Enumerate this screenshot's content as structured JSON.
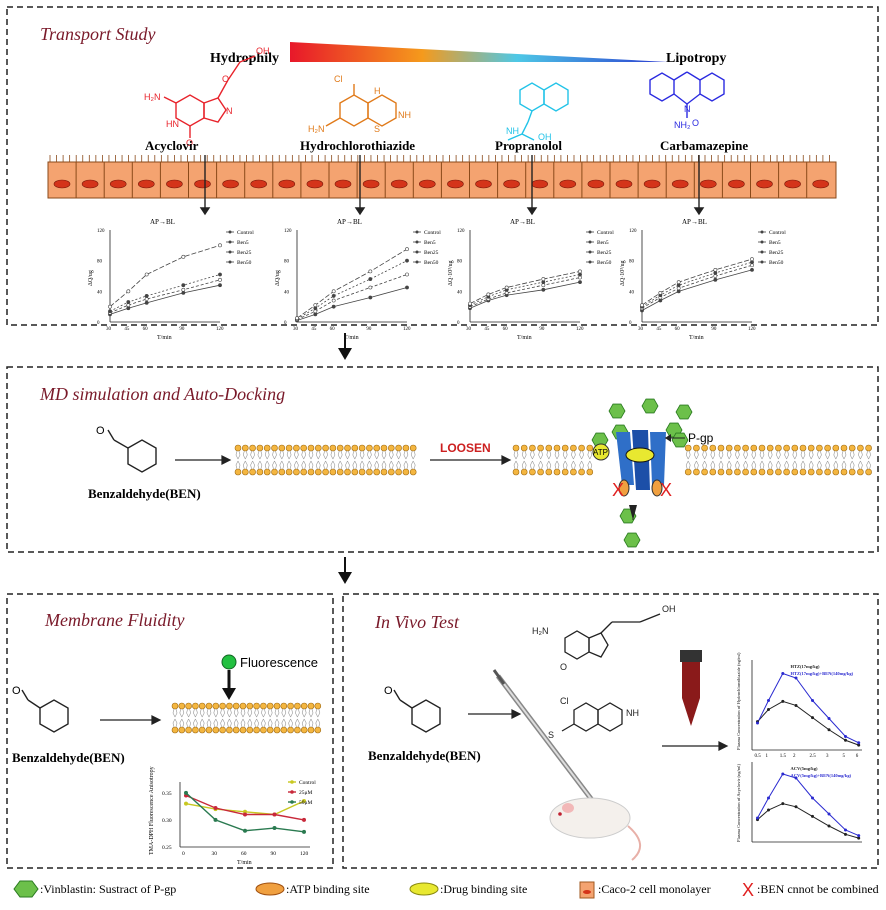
{
  "panels": {
    "transport": {
      "title": "Transport Study",
      "hydrophily": "Hydrophily",
      "lipotropy": "Lipotropy",
      "drugs": [
        {
          "name": "Acyclovir",
          "color": "#e8232b"
        },
        {
          "name": "Hydrochlorothiazide",
          "color": "#e07a1a"
        },
        {
          "name": "Propranolol",
          "color": "#22c3e8"
        },
        {
          "name": "Carbamazepine",
          "color": "#2a2ae0"
        }
      ],
      "charts": [
        {
          "title": "AP→BL",
          "ylabel": "ΔQ/ug",
          "xlabel": "T/min",
          "yticks": [
            "0",
            "20",
            "40",
            "60",
            "80",
            "100",
            "120"
          ]
        },
        {
          "title": "AP→BL",
          "ylabel": "ΔQ/ug",
          "xlabel": "T/min",
          "yticks": [
            "0",
            "20",
            "40",
            "60",
            "80",
            "100",
            "120"
          ]
        },
        {
          "title": "AP→BL",
          "ylabel": "ΔQ·10³/ug",
          "xlabel": "T/min",
          "yticks": [
            "0",
            "20",
            "40",
            "60",
            "80",
            "100",
            "120"
          ]
        },
        {
          "title": "AP→BL",
          "ylabel": "ΔQ·10³/ug",
          "xlabel": "T/min",
          "yticks": [
            "0",
            "20",
            "40",
            "60",
            "80",
            "100",
            "120"
          ]
        }
      ],
      "xticks": [
        "30",
        "45",
        "60",
        "90",
        "120"
      ],
      "legend": [
        "Control",
        "Ben5",
        "Ben25",
        "Ben50"
      ]
    },
    "md": {
      "title": "MD simulation and Auto-Docking",
      "compound": "Benzaldehyde(BEN)",
      "loosen": "LOOSEN",
      "pgp": "P-gp",
      "atp": "ATP"
    },
    "fluidity": {
      "title": "Membrane Fluidity",
      "compound": "Benzaldehyde(BEN)",
      "fluorescence": "Fluorescence",
      "ylabel": "TMA-DPH Fluorescence Anisotropy",
      "xlabel": "T/min",
      "yticks": [
        "0.25",
        "0.30",
        "0.35"
      ],
      "xticks": [
        "0",
        "30",
        "60",
        "90",
        "120"
      ],
      "legend": [
        {
          "name": "Control",
          "color": "#c8c820"
        },
        {
          "name": "25μM",
          "color": "#c8283a"
        },
        {
          "name": "50μM",
          "color": "#2a7a50"
        }
      ]
    },
    "invivo": {
      "title": "In Vivo Test",
      "compound": "Benzaldehyde(BEN)",
      "hctz_legend": [
        "HTZ(17mg/kg)",
        "HTZ(17mg/kg)+BEN(140mg/kg)"
      ],
      "acv_legend": [
        "ACV(5mg/kg)",
        "ACV(5mg/kg)+BEN(140mg/kg)"
      ],
      "hctz_ylabel": "Plasma Concentration of Hydrochlorothiazide (ng/ml)",
      "acv_ylabel": "Plasma Concentration of Acyclovir (ng/ml)",
      "hctz_xticks": [
        "0.5",
        "1",
        "1.5",
        "2",
        "2.5",
        "3",
        "5",
        "6"
      ]
    }
  },
  "legend": [
    {
      "label": ":Vinblastin: Sustract of P-gp",
      "color": "#6cc04a"
    },
    {
      "label": ":ATP binding site",
      "color": "#f0a040"
    },
    {
      "label": ":Drug binding site",
      "color": "#e8e830"
    },
    {
      "label": ":Caco-2 cell monolayer",
      "color": "#f4a370"
    },
    {
      "label": ":BEN cnnot be combined",
      "color": "#e02020"
    }
  ],
  "chart_data": [
    {
      "type": "line",
      "title": "AP→BL",
      "xlabel": "T/min",
      "ylabel": "ΔQ/ug",
      "x": [
        30,
        45,
        60,
        90,
        120
      ],
      "ylim": [
        0,
        120
      ],
      "series": [
        {
          "name": "Control",
          "values": [
            10,
            18,
            25,
            38,
            48
          ]
        },
        {
          "name": "Ben5",
          "values": [
            12,
            22,
            30,
            42,
            55
          ]
        },
        {
          "name": "Ben25",
          "values": [
            14,
            26,
            34,
            48,
            62
          ]
        },
        {
          "name": "Ben50",
          "values": [
            20,
            40,
            62,
            85,
            100
          ]
        }
      ]
    },
    {
      "type": "line",
      "title": "AP→BL",
      "xlabel": "T/min",
      "ylabel": "ΔQ/ug",
      "x": [
        30,
        45,
        60,
        90,
        120
      ],
      "ylim": [
        0,
        120
      ],
      "series": [
        {
          "name": "Control",
          "values": [
            2,
            10,
            20,
            32,
            45
          ]
        },
        {
          "name": "Ben5",
          "values": [
            3,
            14,
            28,
            45,
            62
          ]
        },
        {
          "name": "Ben25",
          "values": [
            4,
            18,
            34,
            56,
            80
          ]
        },
        {
          "name": "Ben50",
          "values": [
            5,
            22,
            40,
            66,
            95
          ]
        }
      ]
    },
    {
      "type": "line",
      "title": "AP→BL",
      "xlabel": "T/min",
      "ylabel": "ΔQ·10³/ug",
      "x": [
        30,
        45,
        60,
        90,
        120
      ],
      "ylim": [
        0,
        120
      ],
      "series": [
        {
          "name": "Control",
          "values": [
            18,
            28,
            35,
            42,
            52
          ]
        },
        {
          "name": "Ben5",
          "values": [
            20,
            30,
            38,
            48,
            58
          ]
        },
        {
          "name": "Ben25",
          "values": [
            22,
            33,
            42,
            52,
            62
          ]
        },
        {
          "name": "Ben50",
          "values": [
            24,
            36,
            45,
            56,
            66
          ]
        }
      ]
    },
    {
      "type": "line",
      "title": "AP→BL",
      "xlabel": "T/min",
      "ylabel": "ΔQ·10³/ug",
      "x": [
        30,
        45,
        60,
        90,
        120
      ],
      "ylim": [
        0,
        120
      ],
      "series": [
        {
          "name": "Control",
          "values": [
            15,
            28,
            40,
            55,
            68
          ]
        },
        {
          "name": "Ben5",
          "values": [
            18,
            32,
            44,
            60,
            74
          ]
        },
        {
          "name": "Ben25",
          "values": [
            20,
            35,
            48,
            64,
            78
          ]
        },
        {
          "name": "Ben50",
          "values": [
            22,
            38,
            52,
            68,
            82
          ]
        }
      ]
    },
    {
      "type": "line",
      "xlabel": "T/min",
      "ylabel": "TMA-DPH Fluorescence Anisotropy",
      "x": [
        0,
        30,
        60,
        90,
        120
      ],
      "ylim": [
        0.25,
        0.37
      ],
      "series": [
        {
          "name": "Control",
          "values": [
            0.33,
            0.32,
            0.315,
            0.31,
            0.335
          ]
        },
        {
          "name": "25μM",
          "values": [
            0.345,
            0.322,
            0.31,
            0.31,
            0.3
          ]
        },
        {
          "name": "50μM",
          "values": [
            0.35,
            0.3,
            0.28,
            0.285,
            0.278
          ]
        }
      ]
    }
  ]
}
